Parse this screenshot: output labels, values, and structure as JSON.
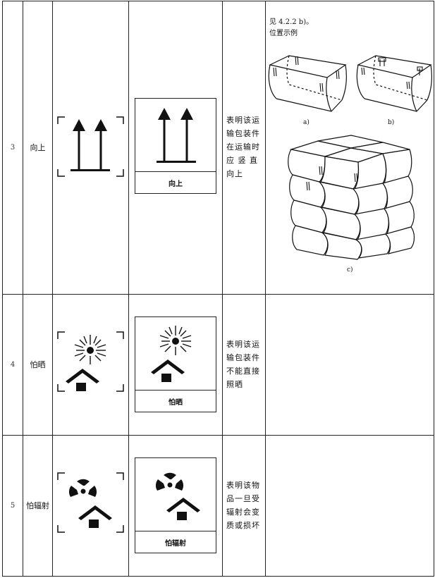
{
  "rows": [
    {
      "number": "3",
      "name": "向上",
      "symbol_icon": "arrows-up-icon",
      "label_caption": "向上",
      "description": "表明该运\n输包装件\n在运输时\n应 竖 直\n向上",
      "example": {
        "note": "见 4.2.2 b)。\n位置示例",
        "captions": [
          "a)",
          "b)",
          "c)"
        ]
      }
    },
    {
      "number": "4",
      "name": "怕晒",
      "symbol_icon": "keep-away-from-sunlight-icon",
      "label_caption": "怕晒",
      "description": "表明该运\n输包装件\n不能直接\n照晒"
    },
    {
      "number": "5",
      "name": "怕辐射",
      "symbol_icon": "protect-from-radiation-icon",
      "label_caption": "怕辐射",
      "description": "表明该物\n品一旦受\n辐射会变\n质或损坏"
    }
  ]
}
